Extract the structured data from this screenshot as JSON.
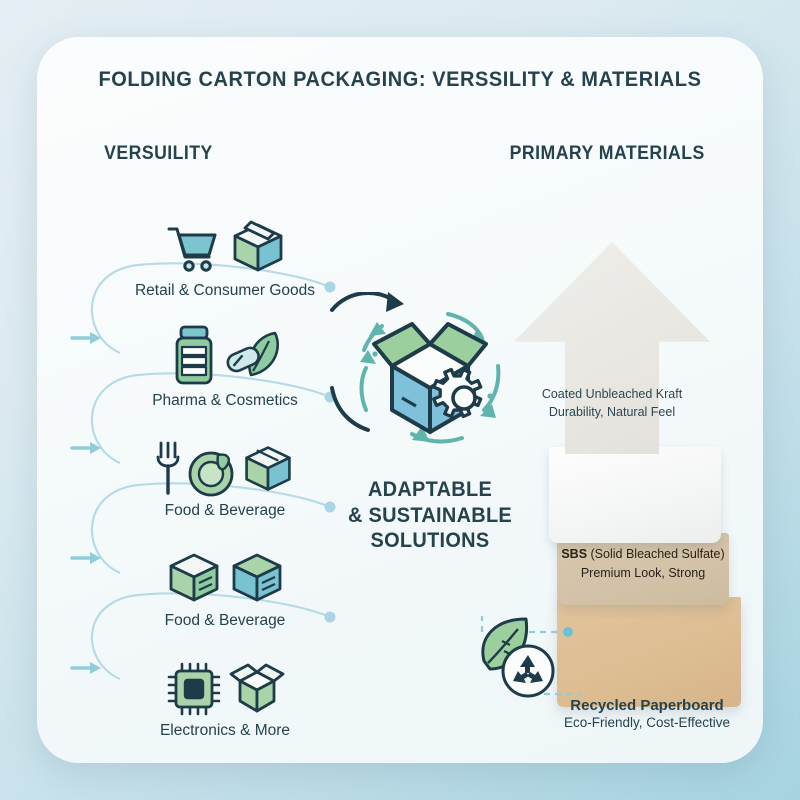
{
  "title": "FOLDING CARTON PACKAGING: VERSSILITY & MATERIALS",
  "columns": {
    "left_heading": "VERSUILITY",
    "right_heading": "PRIMARY MATERIALS"
  },
  "versatility_items": [
    {
      "label": "Retail & Consumer Goods",
      "icons": [
        "shopping-cart-icon",
        "closed-box-icon"
      ],
      "has_arrow": false
    },
    {
      "label": "Pharma & Cosmetics",
      "icons": [
        "pill-bottle-icon",
        "capsule-leaf-icon"
      ],
      "has_arrow": true
    },
    {
      "label": "Food & Beverage",
      "icons": [
        "fork-plate-icon",
        "closed-box-icon"
      ],
      "has_arrow": true
    },
    {
      "label": "Food & Beverage",
      "icons": [
        "closed-box-icon",
        "cube-box-icon"
      ],
      "has_arrow": true
    },
    {
      "label": "Electronics & More",
      "icons": [
        "microchip-icon",
        "open-box-icon"
      ],
      "has_arrow": true
    }
  ],
  "centre": {
    "icon": "open-box-with-gear-and-cycle-arrows-icon",
    "line1": "ADAPTABLE",
    "line2": "& SUSTAINABLE",
    "line3": "SOLUTIONS"
  },
  "materials": [
    {
      "id": "coated-unbleached-kraft",
      "name": "Coated Unbleached Kraft",
      "benefit": "Durability, Natural Feel",
      "shape": "upward-arrow",
      "color": "#e9e7e2"
    },
    {
      "id": "white-board",
      "name": "",
      "benefit": "",
      "shape": "slab",
      "color": "#f6f7f7"
    },
    {
      "id": "sbs",
      "name_bold": "SBS",
      "name_rest": " (Solid Bleached Sulfate)",
      "benefit": "Premium Look, Strong",
      "shape": "slab",
      "color": "#d3c2a7"
    },
    {
      "id": "recycled-paperboard",
      "name": "Recycled Paperboard",
      "benefit": "Eco-Friendly, Cost-Effective",
      "shape": "slab",
      "color": "#ddbd92"
    }
  ],
  "eco_badge": {
    "icons": [
      "leaf-icon",
      "recycle-icon"
    ]
  },
  "palette": {
    "page_bg_top": "#e3eef3",
    "page_bg_bottom": "#a6d3e1",
    "card_bg": "#f7fbfc",
    "ink": "#26424d",
    "teal": "#5bb8c4",
    "connector": "#b7dae6",
    "green": "#9ccf9e",
    "blue": "#7fc0da"
  }
}
